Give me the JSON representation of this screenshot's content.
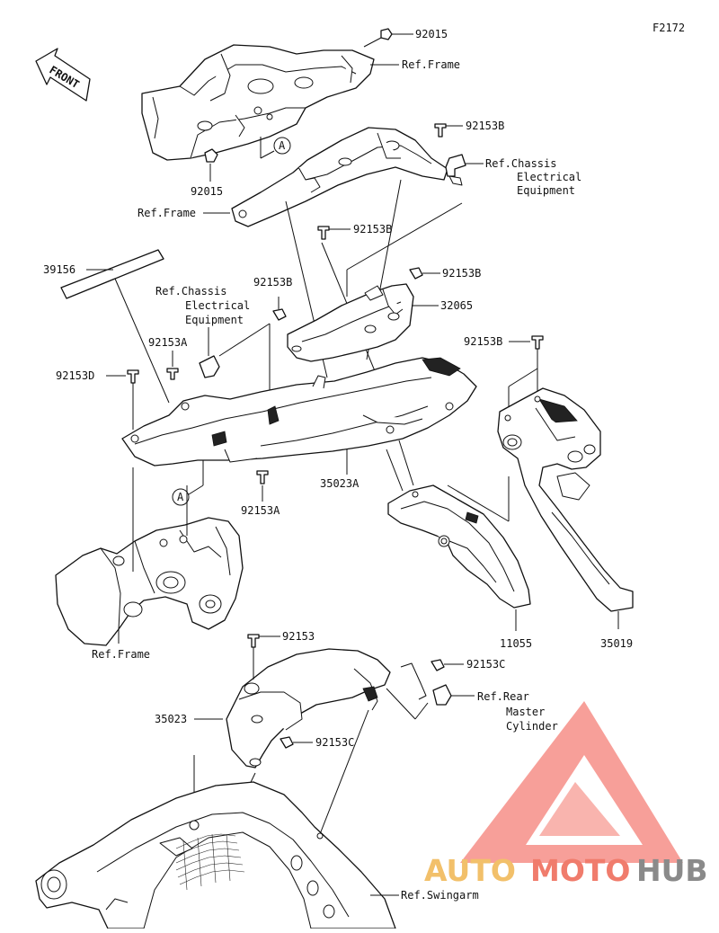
{
  "diagram_code": "F2172",
  "front_label": "FRONT",
  "callouts": {
    "c92015_top": "92015",
    "ref_frame_top": "Ref.Frame",
    "c92015_left": "92015",
    "ref_frame_mid": "Ref.Frame",
    "c92153B_1": "92153B",
    "ref_chassis_1": [
      "Ref.Chassis",
      "Electrical",
      "Equipment"
    ],
    "c92153B_2": "92153B",
    "c92153B_3": "92153B",
    "c92153B_4": "92153B",
    "c32065": "32065",
    "c39156": "39156",
    "ref_chassis_2": [
      "Ref.Chassis",
      "Electrical",
      "Equipment"
    ],
    "c92153A_1": "92153A",
    "c92153D": "92153D",
    "c92153B_5": "92153B",
    "c35023A": "35023A",
    "c92153A_2": "92153A",
    "c11055": "11055",
    "c35019": "35019",
    "ref_frame_low": "Ref.Frame",
    "c92153": "92153",
    "c92153C_1": "92153C",
    "ref_rear_master": [
      "Ref.Rear",
      "Master",
      "Cylinder"
    ],
    "c35023": "35023",
    "c92153C_2": "92153C",
    "ref_swingarm": "Ref.Swingarm"
  },
  "markers": {
    "a_upper": "A",
    "a_lower": "A"
  },
  "watermark": {
    "part1": "AUTO",
    "part2": "MOTO",
    "part3": "HUB",
    "colors": {
      "auto": "#f2c06a",
      "moto": "#f07c6c",
      "hub": "#8a8a8a",
      "triangle": "#f36a5f"
    }
  }
}
